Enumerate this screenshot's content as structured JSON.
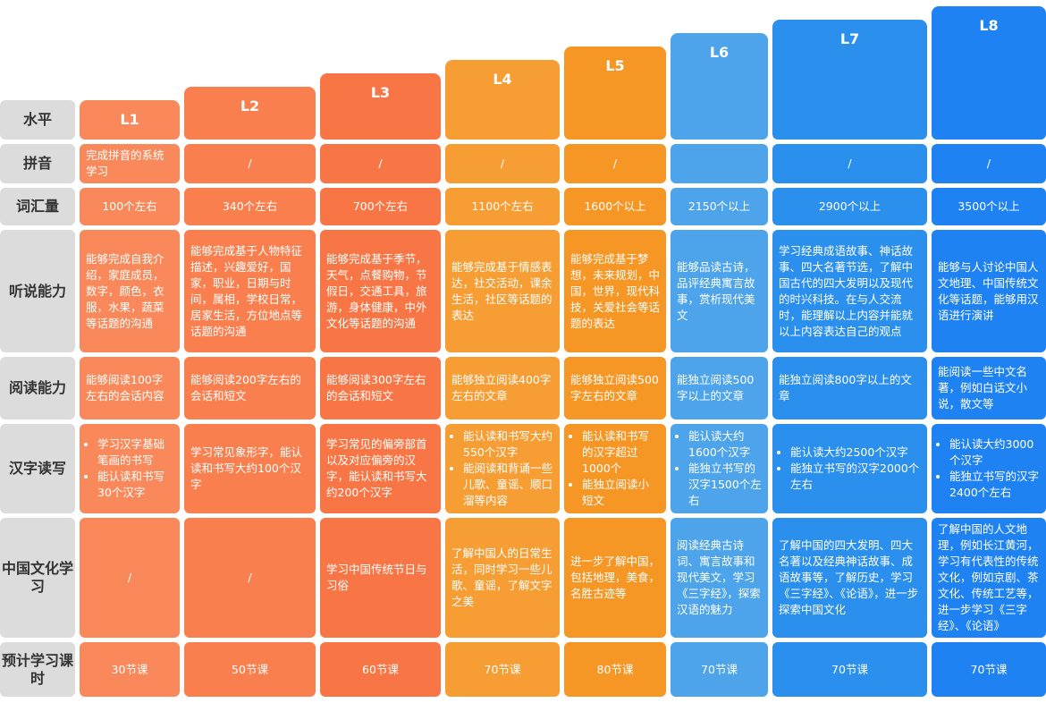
{
  "row_headers": {
    "level": "水平",
    "pinyin": "拼音",
    "vocab": "词汇量",
    "listen": "听说能力",
    "read": "阅读能力",
    "hanzi": "汉字读写",
    "culture": "中国文化学习",
    "hours": "预计学习课时"
  },
  "levels": [
    {
      "label": "L1",
      "color": "#f9895a",
      "pinyin": "完成拼音的系统学习",
      "vocab": "100个左右",
      "listen": "能够完成自我介绍，家庭成员，数字，颜色，衣服，水果，蔬菜等话题的沟通",
      "read": "能够阅读100字左右的会话内容",
      "hanzi": [
        "学习汉字基础笔画的书写",
        "能认读和书写30个汉字"
      ],
      "culture": "/",
      "hours": "30节课"
    },
    {
      "label": "L2",
      "color": "#f97f4f",
      "pinyin": "/",
      "vocab": "340个左右",
      "listen": "能够完成基于人物特征描述，兴趣爱好，国家，职业，日期与时间，属相，学校日常，居家生活，方位地点等话题的沟通",
      "read": "能够阅读200字左右的会话和短文",
      "hanzi": "学习常见象形字，能认读和书写大约100个汉字",
      "culture": "/",
      "hours": "50节课"
    },
    {
      "label": "L3",
      "color": "#f87645",
      "pinyin": "/",
      "vocab": "700个左右",
      "listen": "能够完成基于季节，天气，点餐购物，节假日，交通工具，旅游，身体健康，中外文化等话题的沟通",
      "read": "能够阅读300字左右的会话和短文",
      "hanzi": "学习常见的偏旁部首以及对应偏旁的汉字，能认读和书写大约200个汉字",
      "culture": "学习中国传统节日与习俗",
      "hours": "60节课"
    },
    {
      "label": "L4",
      "color": "#f69d34",
      "pinyin": "/",
      "vocab": "1100个左右",
      "listen": "能够完成基于情感表达，社交活动，课余生活，社区等话题的表达",
      "read": "能够独立阅读400字左右的文章",
      "hanzi": [
        "能认读和书写大约550个汉字",
        "能阅读和背诵一些儿歌、童谣、顺口溜等内容"
      ],
      "culture": "了解中国人的日常生活，同时学习一些儿歌、童谣，了解文字之美",
      "hours": "70节课"
    },
    {
      "label": "L5",
      "color": "#f59625",
      "pinyin": "/",
      "vocab": "1600个以上",
      "listen": "能够完成基于梦想，未来规划，中国，世界，现代科技，关爱社会等话题的表达",
      "read": "能够独立阅读500字左右的文章",
      "hanzi": [
        "能认读和书写的汉字超过1000个",
        "能独立阅读小短文"
      ],
      "culture": "进一步了解中国，包括地理，美食，名胜古迹等",
      "hours": "80节课"
    },
    {
      "label": "L6",
      "color": "#4ea4ea",
      "pinyin": "",
      "vocab": "2150个以上",
      "listen": "能够品读古诗，品评经典寓言故事，赏析现代美文",
      "read": "能独立阅读500字以上的文章",
      "hanzi": [
        "能认读大约1600个汉字",
        "能独立书写的汉字1500个左右"
      ],
      "culture": "阅读经典古诗词、寓言故事和现代美文，学习《三字经》，探索汉语的魅力",
      "hours": "70节课"
    },
    {
      "label": "L7",
      "color": "#2b8fee",
      "pinyin": "/",
      "vocab": "2900个以上",
      "listen": "学习经典成语故事、神话故事、四大名著节选，了解中国古代的四大发明以及现代的时兴科技。在与人交流时，能理解以上内容并能就以上内容表达自己的观点",
      "read": "能独立阅读800字以上的文章",
      "hanzi": [
        "能认读大约2500个汉字",
        "能独立书写的汉字2000个左右"
      ],
      "culture": "了解中国的四大发明、四大名著以及经典神话故事、成语故事等，了解历史，学习《三字经》、《论语》，进一步探索中国文化",
      "hours": "70节课"
    },
    {
      "label": "L8",
      "color": "#1f82f2",
      "pinyin": "/",
      "vocab": "3500个以上",
      "listen": "能够与人讨论中国人文地理、中国传统文化等话题，能够用汉语进行演讲",
      "read": "能阅读一些中文名著，例如白话文小说，散文等",
      "hanzi": [
        "能认读大约3000个汉字",
        "能独立书写的汉字2400个左右"
      ],
      "culture": "了解中国的人文地理，例如长江黄河，学习有代表性的传统文化，例如京剧、茶文化、传统工艺等，进一步学习《三字经》、《论语》",
      "hours": "70节课"
    }
  ]
}
